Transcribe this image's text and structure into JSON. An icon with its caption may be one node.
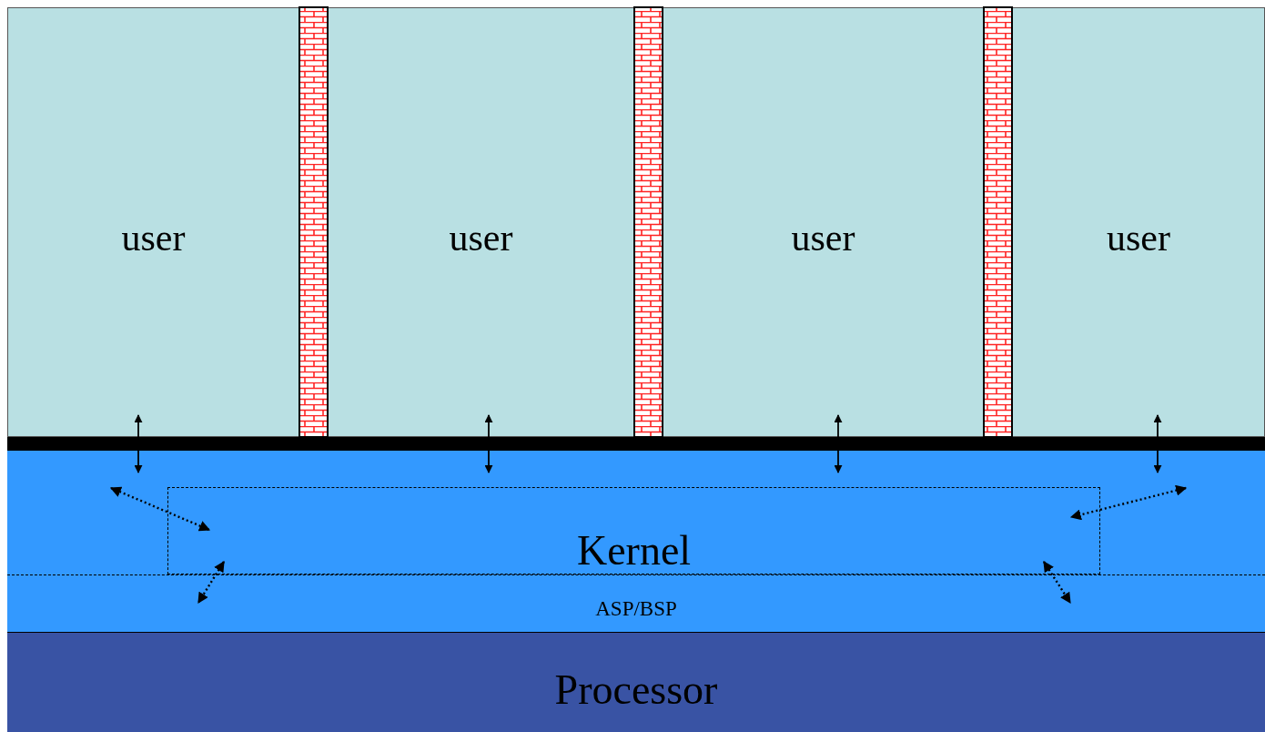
{
  "diagram": {
    "nodes": [
      {
        "text": [
          "user"
        ]
      },
      {
        "text": [
          "user"
        ]
      },
      {
        "text": [
          "user"
        ]
      },
      {
        "text": [
          "user"
        ]
      },
      {
        "text": [],
        "shape": "bar"
      },
      {
        "text": [],
        "shape": "box"
      },
      {
        "text": [
          "Kernel"
        ],
        "in": 5
      },
      {
        "text": [
          "ASP/BSP"
        ]
      },
      {
        "text": [
          "Processor"
        ]
      }
    ],
    "edges": [
      {
        "from": 0,
        "to": 5,
        "arrow": "both"
      },
      {
        "from": 1,
        "to": 5,
        "arrow": "both"
      },
      {
        "from": 2,
        "to": 5,
        "arrow": "both"
      },
      {
        "from": 3,
        "to": 5,
        "arrow": "both"
      },
      {
        "from": 5,
        "to": 6,
        "arrow": "both",
        "style": "dashed"
      },
      {
        "from": 6,
        "to": 7,
        "arrow": "both",
        "style": "dashed"
      },
      {
        "from": 5,
        "to": 6,
        "arrow": "both",
        "style": "dashed"
      },
      {
        "from": 6,
        "to": 7,
        "arrow": "both",
        "style": "dashed"
      }
    ]
  }
}
